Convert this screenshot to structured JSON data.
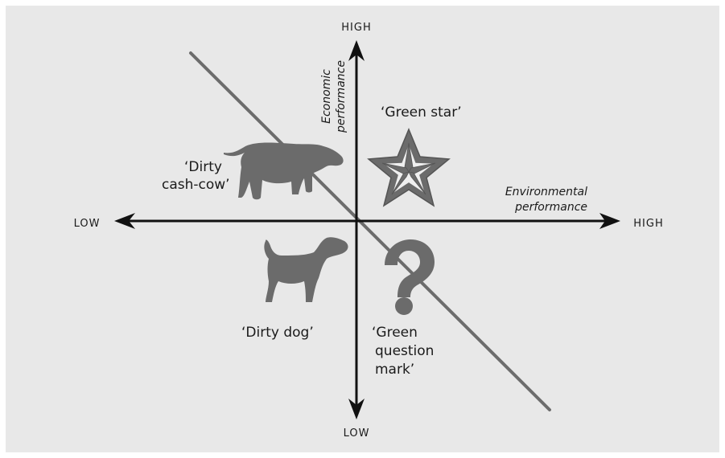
{
  "axes": {
    "vertical_top": "HIGH",
    "vertical_bottom": "LOW",
    "horizontal_left": "LOW",
    "horizontal_right": "HIGH",
    "vertical_title_line1": "Economic",
    "vertical_title_line2": "performance",
    "horizontal_title_line1": "Environmental",
    "horizontal_title_line2": "performance"
  },
  "quadrants": {
    "top_left_line1": "‘Dirty",
    "top_left_line2": "cash-cow’",
    "top_right": "‘Green star’",
    "bottom_left": "‘Dirty dog’",
    "bottom_right_line1": "‘Green",
    "bottom_right_line2": "question",
    "bottom_right_line3": "mark’"
  },
  "icons": {
    "top_left": "cow-icon",
    "top_right": "star-icon",
    "bottom_left": "dog-icon",
    "bottom_right": "question-mark-icon"
  },
  "colors": {
    "background": "#e8e8e8",
    "axes": "#111111",
    "icons": "#6b6b6b",
    "diagonal": "#6c6c6c"
  }
}
